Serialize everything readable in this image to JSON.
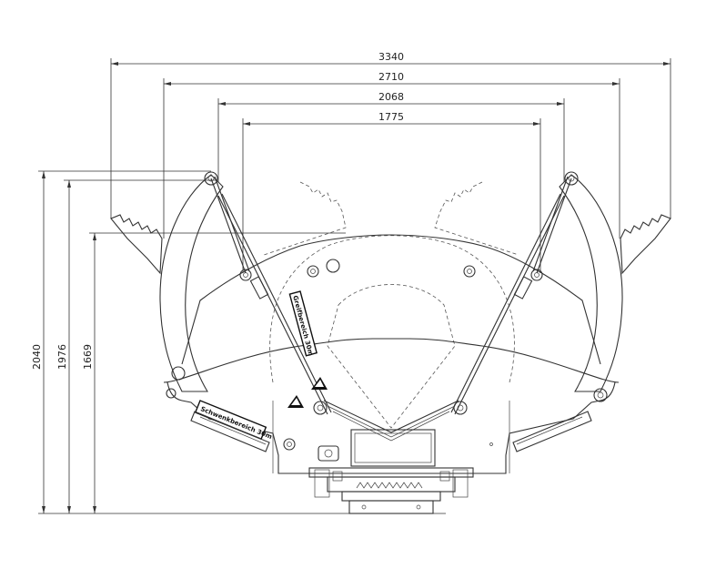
{
  "dimensions": {
    "horizontal": [
      {
        "id": "w3340",
        "label": "3340"
      },
      {
        "id": "w2710",
        "label": "2710"
      },
      {
        "id": "w2068",
        "label": "2068"
      },
      {
        "id": "w1775",
        "label": "1775"
      }
    ],
    "vertical": [
      {
        "id": "h2040",
        "label": "2040"
      },
      {
        "id": "h1976",
        "label": "1976"
      },
      {
        "id": "h1669",
        "label": "1669"
      }
    ]
  },
  "labels": {
    "left_plate": "Schwenkbereich 30m",
    "center_plate": "Greifbereich 30m"
  },
  "colors": {
    "line": "#333333",
    "background": "#ffffff"
  }
}
